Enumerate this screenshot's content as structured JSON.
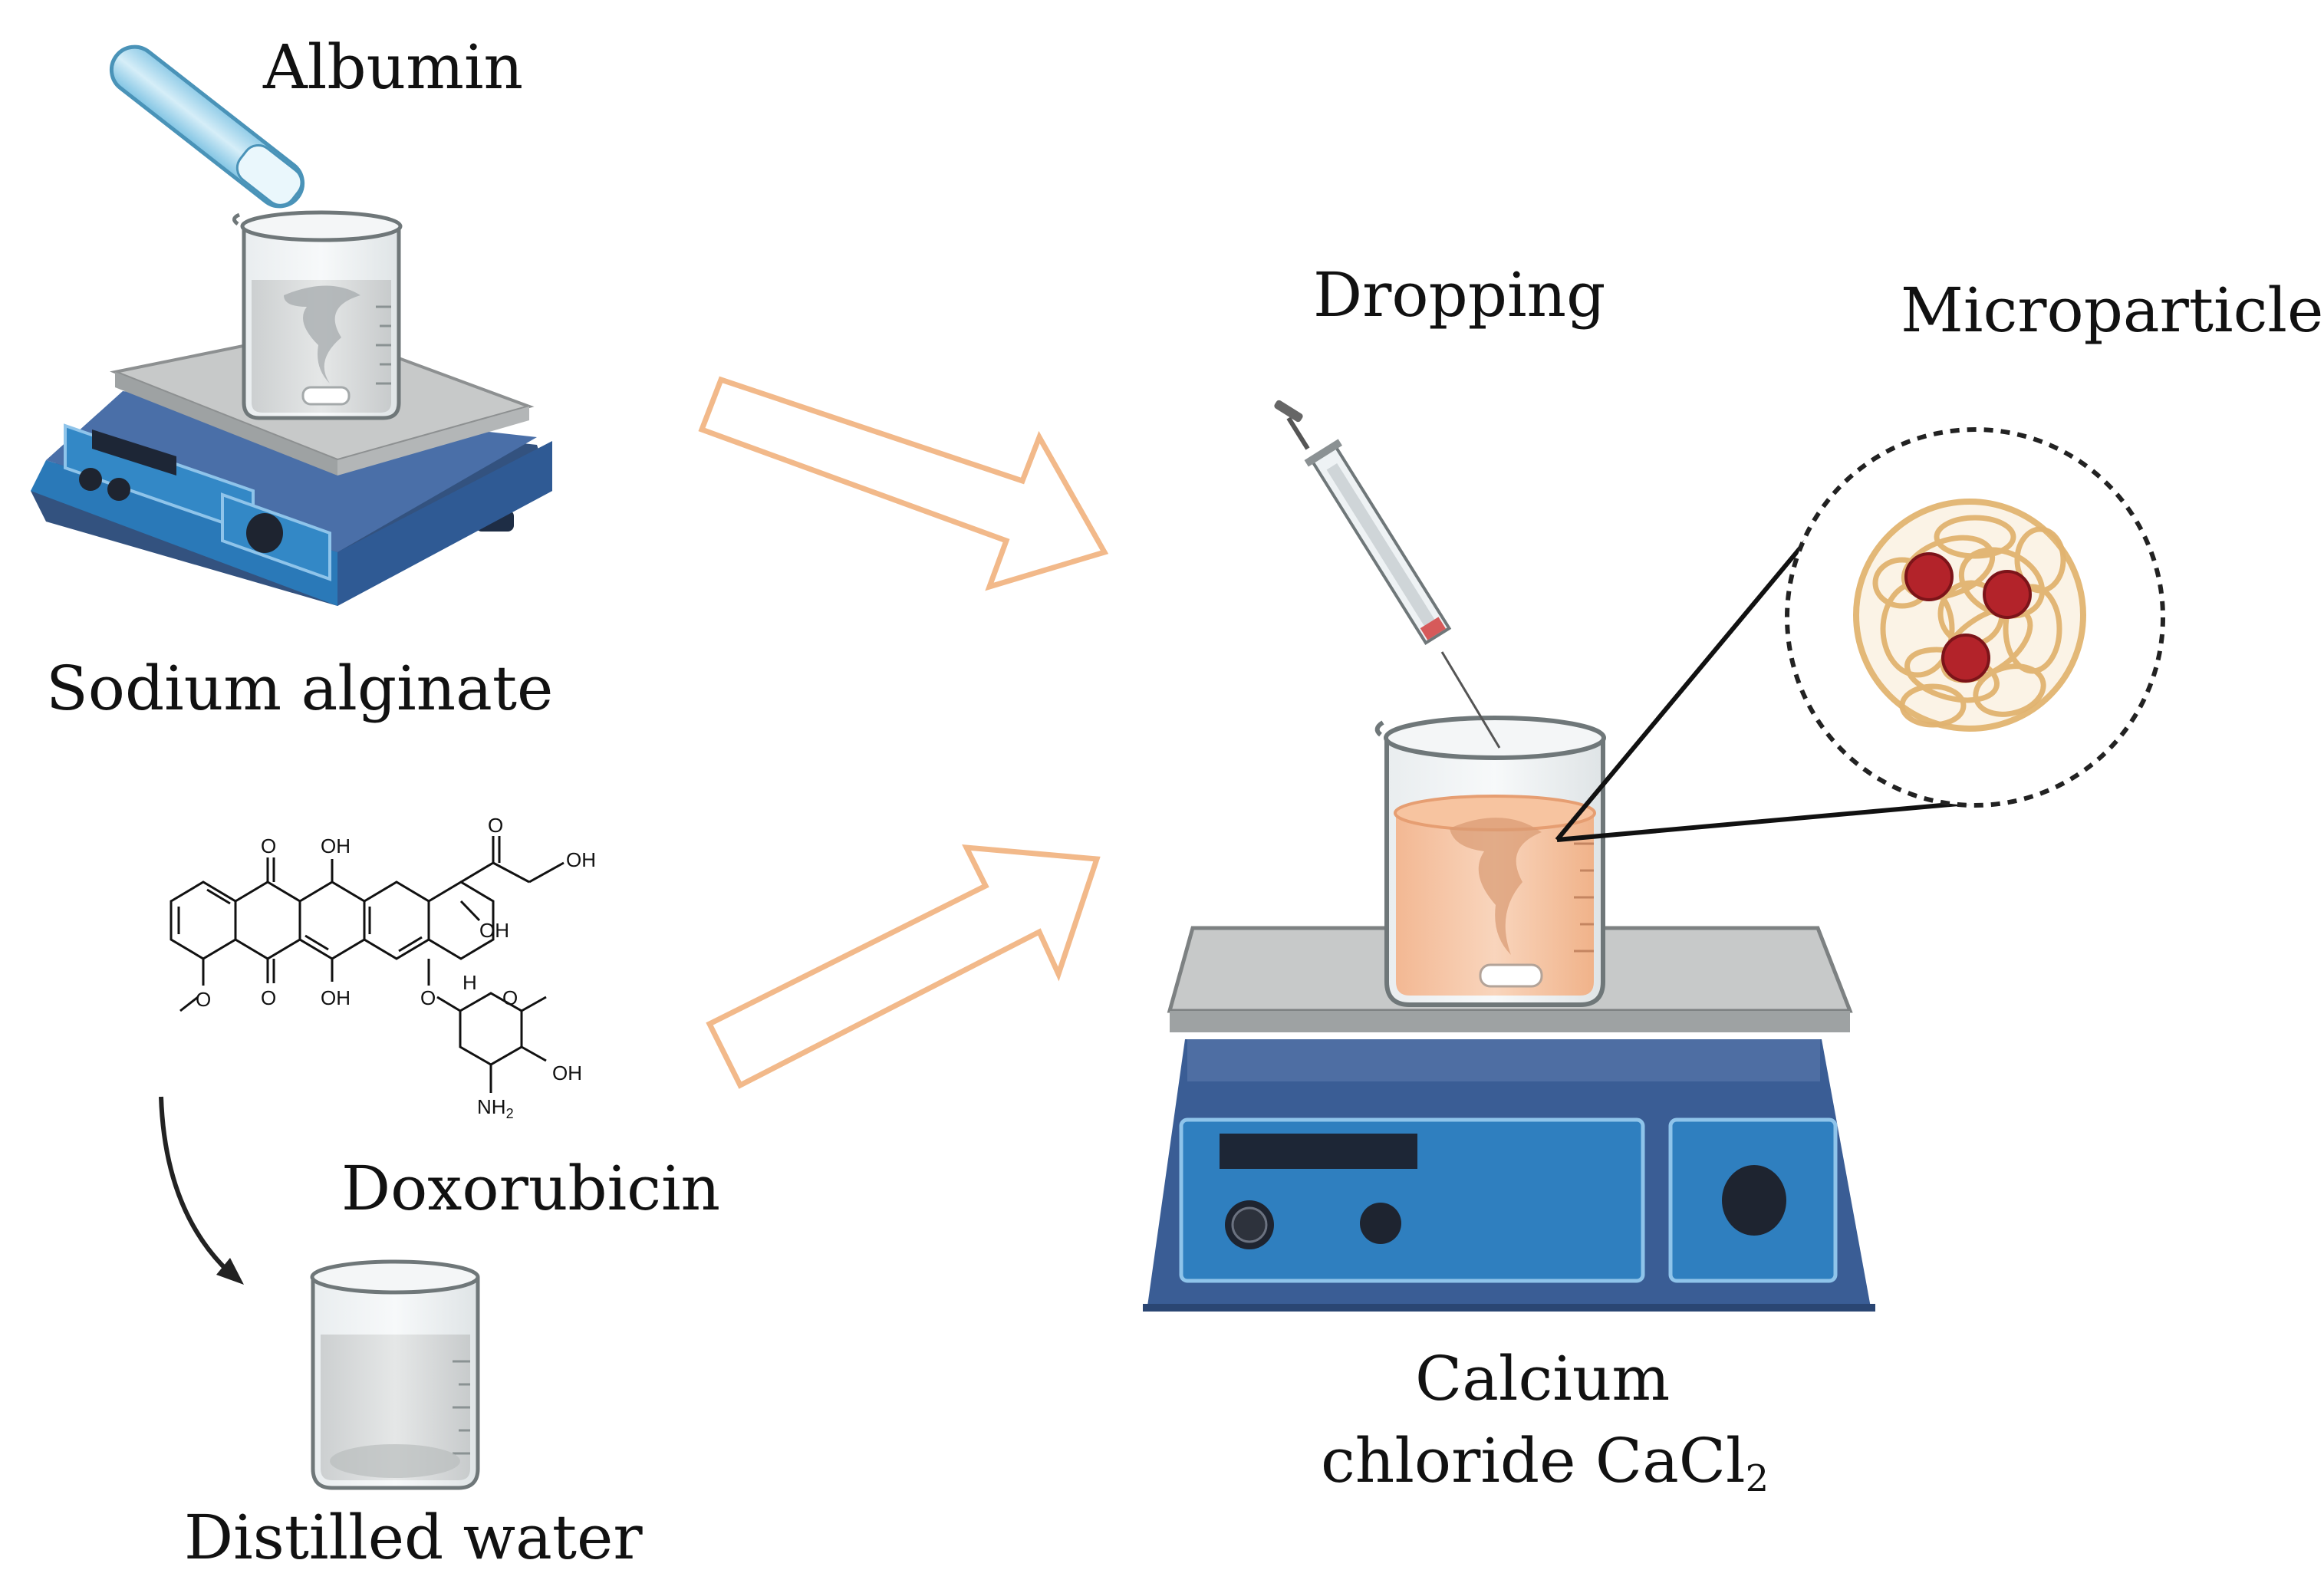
{
  "labels": {
    "albumin": "Albumin",
    "sodium_alginate": "Sodium alginate",
    "doxorubicin": "Doxorubicin",
    "distilled_water": "Distilled water",
    "dropping": "Dropping",
    "microparticle": "Microparticle",
    "calcium_line1": "Calcium",
    "calcium_line2": "chloride CaCl",
    "calcium_subscript": "2"
  },
  "chem": {
    "o1": "O",
    "oh1": "OH",
    "o2": "O",
    "oh2": "OH",
    "oh3": "OH",
    "o3": "O",
    "oh4": "OH",
    "o4": "O",
    "h1": "H",
    "o5": "O",
    "o6": "O",
    "oh5": "OH",
    "nh2": "NH",
    "nh2_sub": "2"
  },
  "colors": {
    "arrow_outline": "#f2b98a",
    "stirrer_body": "#3a5d95",
    "stirrer_panel": "#2f7fbf",
    "plate": "#c7c9c9",
    "beaker_liquid": "#f6c9a6",
    "particle_fibers": "#e5bd7b",
    "drug_dots": "#b3232a"
  }
}
